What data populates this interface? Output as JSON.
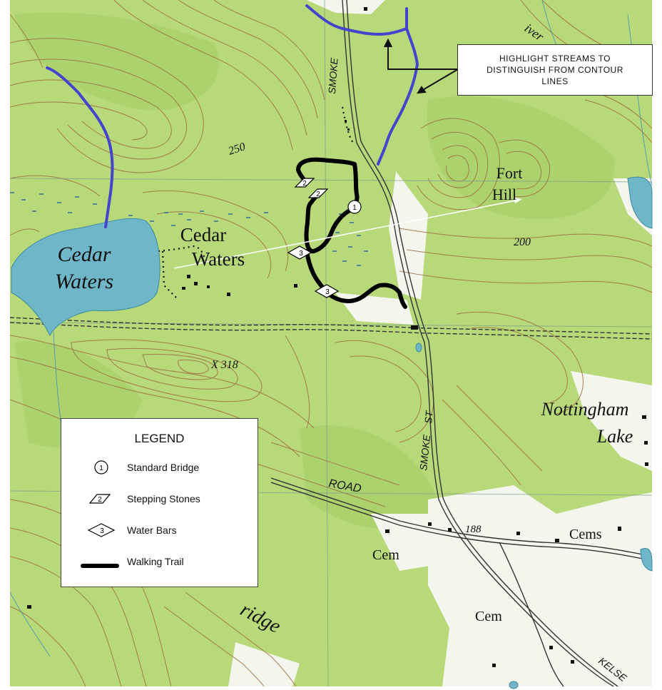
{
  "map": {
    "place_labels": {
      "lake_west_line1": "Cedar",
      "lake_west_line2": "Waters",
      "village_line1": "Cedar",
      "village_line2": "Waters",
      "hill_line1": "Fort",
      "hill_line2": "Hill",
      "lake_east_line1": "Nottingham",
      "lake_east_line2": "Lake",
      "ridge": "ridge",
      "cem_1": "Cem",
      "cem_2": "Cems",
      "cem_3": "Cem",
      "river_fragment": "iver"
    },
    "road_labels": {
      "smoke_north": "SMOKE",
      "smoke_st": "SMOKE    ST",
      "road": "ROAD",
      "kelsey": "KELSE"
    },
    "elevation_labels": {
      "e250": "250",
      "e200": "200",
      "e188": "188",
      "summit": "X 318"
    },
    "markers": {
      "bridge": "1",
      "stones": "2",
      "bars": "3"
    },
    "colors": {
      "land": "#b8d97a",
      "contour": "#9b6b3f",
      "water": "#6fb6c9",
      "stream_highlight": "#4444cc",
      "trail": "#000000",
      "grid": "#7a9a8a"
    }
  },
  "callout": {
    "line1": "HIGHLIGHT STREAMS TO",
    "line2": "DISTINGUISH FROM CONTOUR",
    "line3": "LINES"
  },
  "legend": {
    "title": "LEGEND",
    "items": [
      {
        "icon": "bridge-circle-icon",
        "number": "1",
        "label": "Standard Bridge"
      },
      {
        "icon": "stepping-stone-parallelogram-icon",
        "number": "2",
        "label": "Stepping Stones"
      },
      {
        "icon": "water-bar-diamond-icon",
        "number": "3",
        "label": "Water Bars"
      },
      {
        "icon": "walking-trail-line-icon",
        "number": "",
        "label": "Walking Trail"
      }
    ]
  }
}
